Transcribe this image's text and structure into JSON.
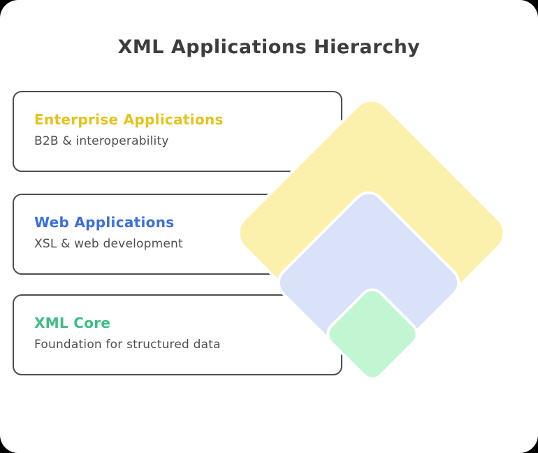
{
  "title": "XML Applications Hierarchy",
  "cards": [
    {
      "heading": "Enterprise Applications",
      "subtitle": "B2B & interoperability",
      "heading_color": "#e4c31d"
    },
    {
      "heading": "Web Applications",
      "subtitle": "XSL & web development",
      "heading_color": "#3c6fdb"
    },
    {
      "heading": "XML Core",
      "subtitle": "Foundation for structured data",
      "heading_color": "#3dbe84"
    }
  ],
  "diamonds": [
    {
      "name": "enterprise-diamond",
      "color": "#fbf1ac"
    },
    {
      "name": "web-diamond",
      "color": "#d9e2f8"
    },
    {
      "name": "core-diamond",
      "color": "#c2f6d3"
    }
  ],
  "colors": {
    "background": "#ffffff",
    "surround": "#000000",
    "title_text": "#3d3d3d",
    "card_border": "#4e4e4e",
    "subtitle_text": "#4f4f4f",
    "diamond_outline": "#ffffff"
  }
}
